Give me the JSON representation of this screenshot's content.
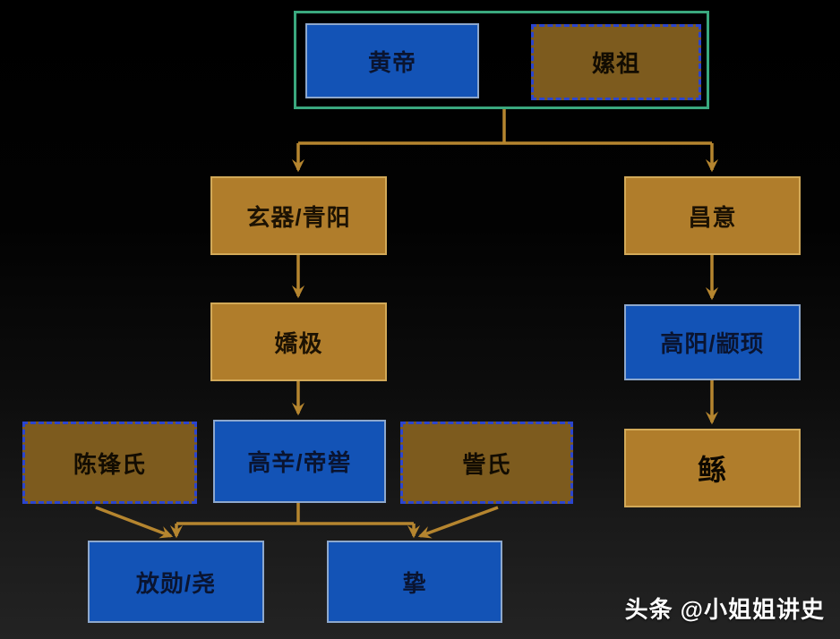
{
  "diagram": {
    "type": "family-tree",
    "nodes": {
      "huangdi": {
        "label": "黄帝",
        "style": "blue-solid"
      },
      "leizu": {
        "label": "嫘祖",
        "style": "gold-dashed"
      },
      "xuanxiao": {
        "label": "玄器/青阳",
        "style": "gold-solid"
      },
      "changyi": {
        "label": "昌意",
        "style": "gold-solid"
      },
      "jiaoji": {
        "label": "嬌极",
        "style": "gold-solid"
      },
      "gaoyang": {
        "label": "高阳/颛顼",
        "style": "blue-solid"
      },
      "chenfeng": {
        "label": "陈锋氏",
        "style": "gold-dashed"
      },
      "gaoxin": {
        "label": "高辛/帝喾",
        "style": "blue-solid"
      },
      "zishi": {
        "label": "訾氏",
        "style": "gold-dashed"
      },
      "gun": {
        "label": "鲧",
        "style": "gold-solid"
      },
      "fangxun": {
        "label": "放勋/尧",
        "style": "blue-solid"
      },
      "zhi": {
        "label": "挚",
        "style": "blue-solid"
      }
    },
    "edges": [
      {
        "from": "黄帝+嫘祖",
        "to": "玄器/青阳"
      },
      {
        "from": "黄帝+嫘祖",
        "to": "昌意"
      },
      {
        "from": "玄器/青阳",
        "to": "嬌极"
      },
      {
        "from": "嬌极",
        "to": "高辛/帝喾"
      },
      {
        "from": "昌意",
        "to": "高阳/颛顼"
      },
      {
        "from": "高阳/颛顼",
        "to": "鲧"
      },
      {
        "from": "高辛/帝喾",
        "to": "放勋/尧"
      },
      {
        "from": "高辛/帝喾",
        "to": "挚"
      },
      {
        "from": "陈锋氏",
        "to": "放勋/尧"
      },
      {
        "from": "訾氏",
        "to": "挚"
      }
    ],
    "watermark": {
      "brand": "头条",
      "handle": "@小姐姐讲史"
    },
    "colors": {
      "background_top": "#000000",
      "background_bottom": "#232323",
      "blue_fill": "#1353b6",
      "blue_border": "#8ea8cc",
      "gold_fill": "#b07d2b",
      "gold_border": "#d2a958",
      "dark_gold_fill": "#7d5b1e",
      "dashed_border_blue": "#2b45cf",
      "group_border_green": "#3aa87e",
      "arrow": "#b5852f",
      "watermark_text": "#ffffff"
    }
  }
}
